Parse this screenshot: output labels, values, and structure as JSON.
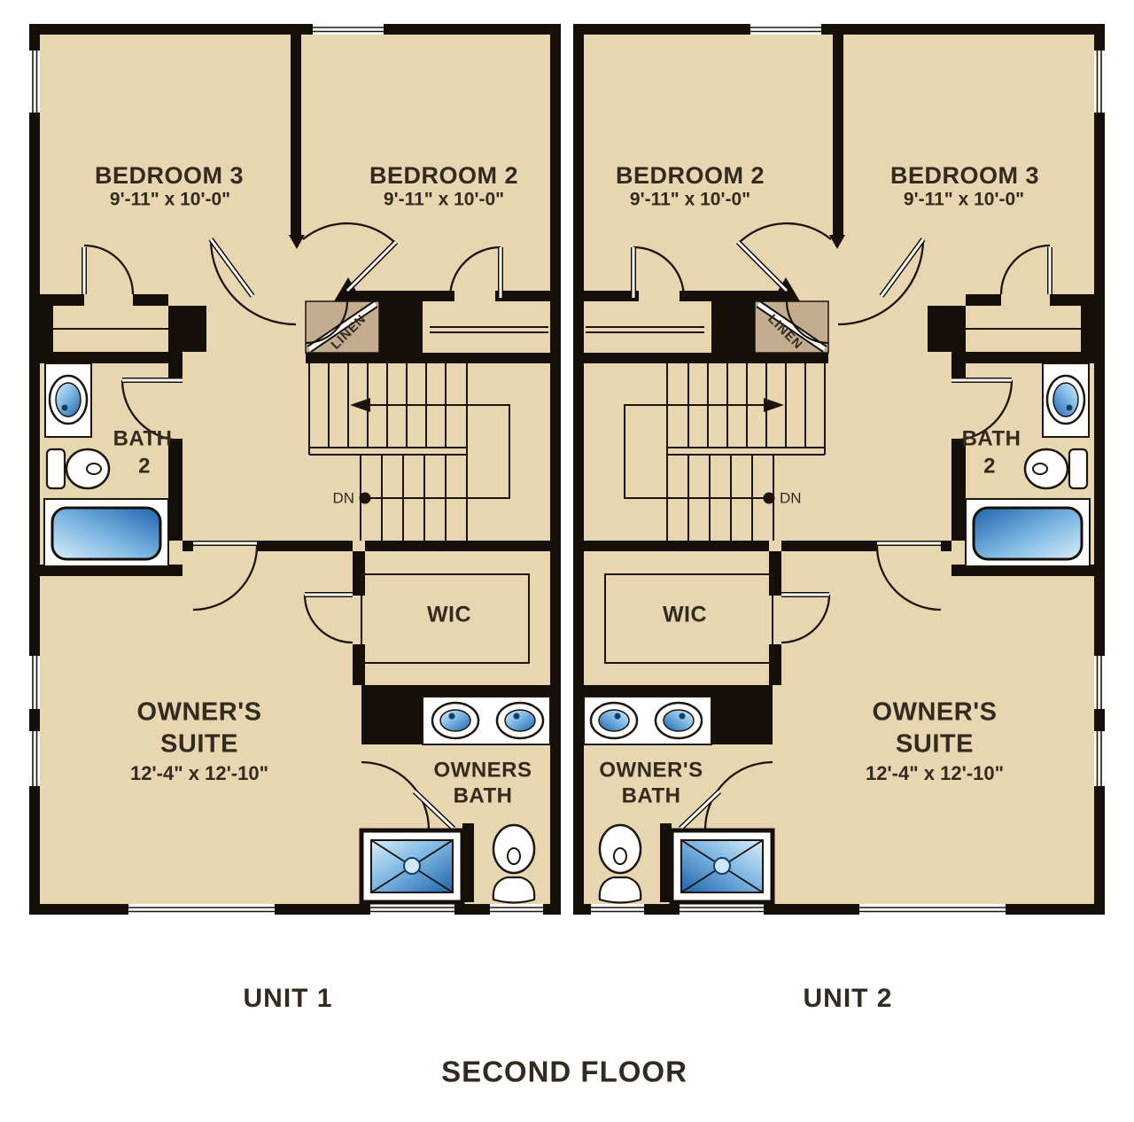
{
  "title": "Second floor plan with two mirrored units",
  "footer": {
    "floor_label": "SECOND FLOOR"
  },
  "units": [
    {
      "name": "UNIT 1",
      "rooms": {
        "bedroom3": {
          "label": "BEDROOM 3",
          "dims": "9'-11\" x 10'-0\""
        },
        "bedroom2": {
          "label": "BEDROOM 2",
          "dims": "9'-11\" x 10'-0\""
        },
        "bath2": {
          "label": "BATH",
          "number": "2"
        },
        "linen": {
          "label": "LINEN"
        },
        "stairs": {
          "label": "DN"
        },
        "wic": {
          "label": "WIC"
        },
        "owners_suite": {
          "label1": "OWNER'S",
          "label2": "SUITE",
          "dims": "12'-4\" x 12'-10\""
        },
        "owners_bath": {
          "label1": "OWNERS",
          "label2": "BATH"
        }
      }
    },
    {
      "name": "UNIT 2",
      "rooms": {
        "bedroom2": {
          "label": "BEDROOM 2",
          "dims": "9'-11\" x 10'-0\""
        },
        "bedroom3": {
          "label": "BEDROOM 3",
          "dims": "9'-11\" x 10'-0\""
        },
        "bath2": {
          "label": "BATH",
          "number": "2"
        },
        "linen": {
          "label": "LINEN"
        },
        "stairs": {
          "label": "DN"
        },
        "wic": {
          "label": "WIC"
        },
        "owners_suite": {
          "label1": "OWNER'S",
          "label2": "SUITE",
          "dims": "12'-4\" x 12'-10\""
        },
        "owners_bath": {
          "label1": "OWNER'S",
          "label2": "BATH"
        }
      }
    }
  ],
  "colors": {
    "background": "#ffffff",
    "floor": "#e8d6b1",
    "wall": "#150f09",
    "thin_line": "#1d150d",
    "linen_shade": "#c3ac90",
    "fixture_blue_dark": "#1e63ad",
    "fixture_blue_light": "#d9edf8",
    "text": "#332a20"
  }
}
